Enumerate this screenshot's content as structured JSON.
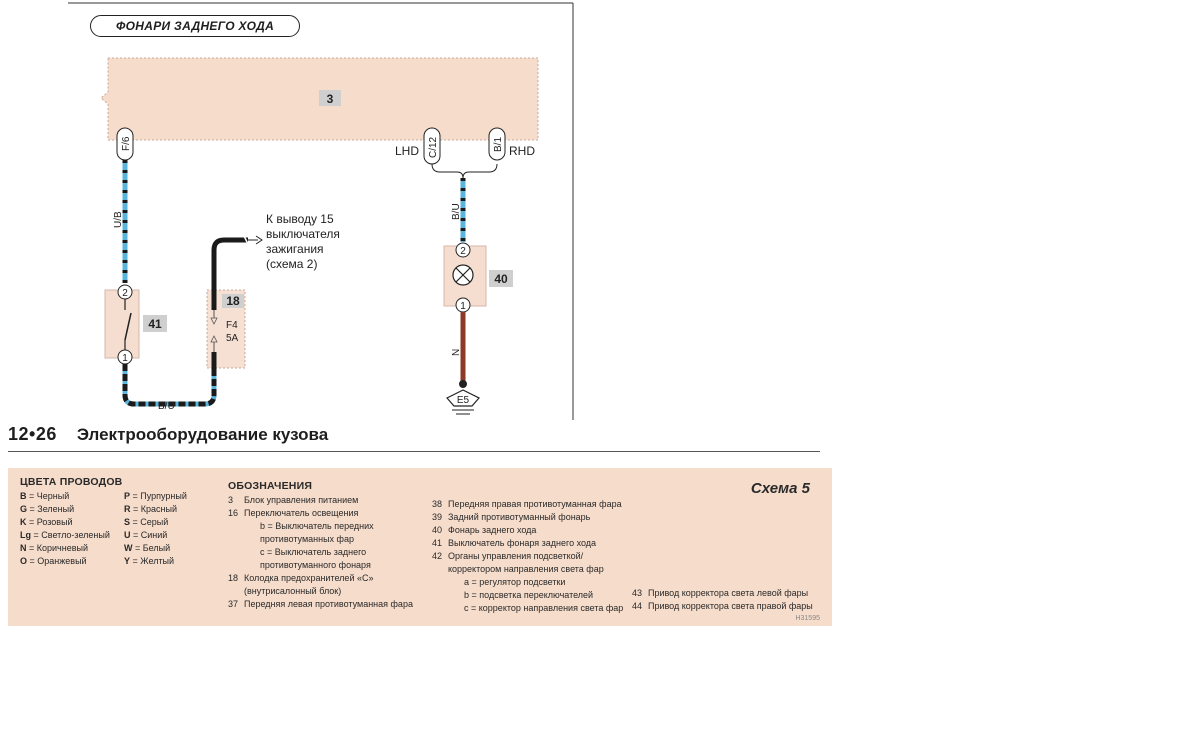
{
  "diagram": {
    "title": "ФОНАРИ ЗАДНЕГО ХОДА",
    "block3_label": "3",
    "terminal_left": "F/6",
    "terminal_lhd": "C/12",
    "terminal_rhd": "B/1",
    "lhd": "LHD",
    "rhd": "RHD",
    "wire_ub": "U/B",
    "wire_bu": "B/U",
    "wire_bu_right": "B/U",
    "wire_n": "N",
    "comp41": "41",
    "comp18": "18",
    "comp40": "40",
    "fuse_name": "F4",
    "fuse_rating": "5A",
    "pin1": "1",
    "pin2": "2",
    "ground": "E5",
    "note_15": "К выводу 15\nвыключателя\nзажигания\n(схема 2)"
  },
  "page": {
    "number": "12•26",
    "title": "Электрооборудование кузова"
  },
  "legend": {
    "wire_colors_title": "ЦВЕТА ПРОВОДОВ",
    "wire_colors_left": [
      {
        "code": "B",
        "name": "Черный"
      },
      {
        "code": "G",
        "name": "Зеленый"
      },
      {
        "code": "K",
        "name": "Розовый"
      },
      {
        "code": "Lg",
        "name": "Светло-зеленый"
      },
      {
        "code": "N",
        "name": "Коричневый"
      },
      {
        "code": "O",
        "name": "Оранжевый"
      }
    ],
    "wire_colors_right": [
      {
        "code": "P",
        "name": "Пурпурный"
      },
      {
        "code": "R",
        "name": "Красный"
      },
      {
        "code": "S",
        "name": "Серый"
      },
      {
        "code": "U",
        "name": "Синий"
      },
      {
        "code": "W",
        "name": "Белый"
      },
      {
        "code": "Y",
        "name": "Желтый"
      }
    ],
    "designations_title": "ОБОЗНАЧЕНИЯ",
    "col1": [
      {
        "num": "3",
        "text": "Блок управления питанием"
      },
      {
        "num": "16",
        "text": "Переключатель освещения"
      },
      {
        "num": "",
        "text": "b = Выключатель передних",
        "indent": 1
      },
      {
        "num": "",
        "text": "противотуманных фар",
        "indent": 1
      },
      {
        "num": "",
        "text": "c = Выключатель заднего",
        "indent": 1
      },
      {
        "num": "",
        "text": "противотуманного фонаря",
        "indent": 1
      },
      {
        "num": "18",
        "text": "Колодка предохранителей «С»"
      },
      {
        "num": "",
        "text": "(внутрисалонный блок)"
      },
      {
        "num": "37",
        "text": "Передняя левая противотуманная фара"
      }
    ],
    "col2": [
      {
        "num": "38",
        "text": "Передняя правая противотуманная фара"
      },
      {
        "num": "39",
        "text": "Задний противотуманный фонарь"
      },
      {
        "num": "40",
        "text": "Фонарь заднего хода"
      },
      {
        "num": "41",
        "text": "Выключатель фонаря заднего хода"
      },
      {
        "num": "42",
        "text": "Органы управления подсветкой/"
      },
      {
        "num": "",
        "text": "корректором направления света фар"
      },
      {
        "num": "",
        "text": "a = регулятор подсветки",
        "indent": 1
      },
      {
        "num": "",
        "text": "b = подсветка переключателей",
        "indent": 1
      },
      {
        "num": "",
        "text": "c = корректор направления света фар",
        "indent": 1
      }
    ],
    "col3": [
      {
        "num": "43",
        "text": "Привод корректора света левой фары"
      },
      {
        "num": "44",
        "text": "Привод корректора света правой фары"
      }
    ],
    "scheme": "Схема 5",
    "ref_code": "H31595"
  },
  "colors": {
    "wire_blue": "#5ab4dc",
    "wire_black": "#1a1a1a",
    "wire_brown": "#8b3a2a",
    "component_fill": "#f5ddd0",
    "legend_bg": "#f6dccb",
    "label_box": "#d0d0d0"
  }
}
